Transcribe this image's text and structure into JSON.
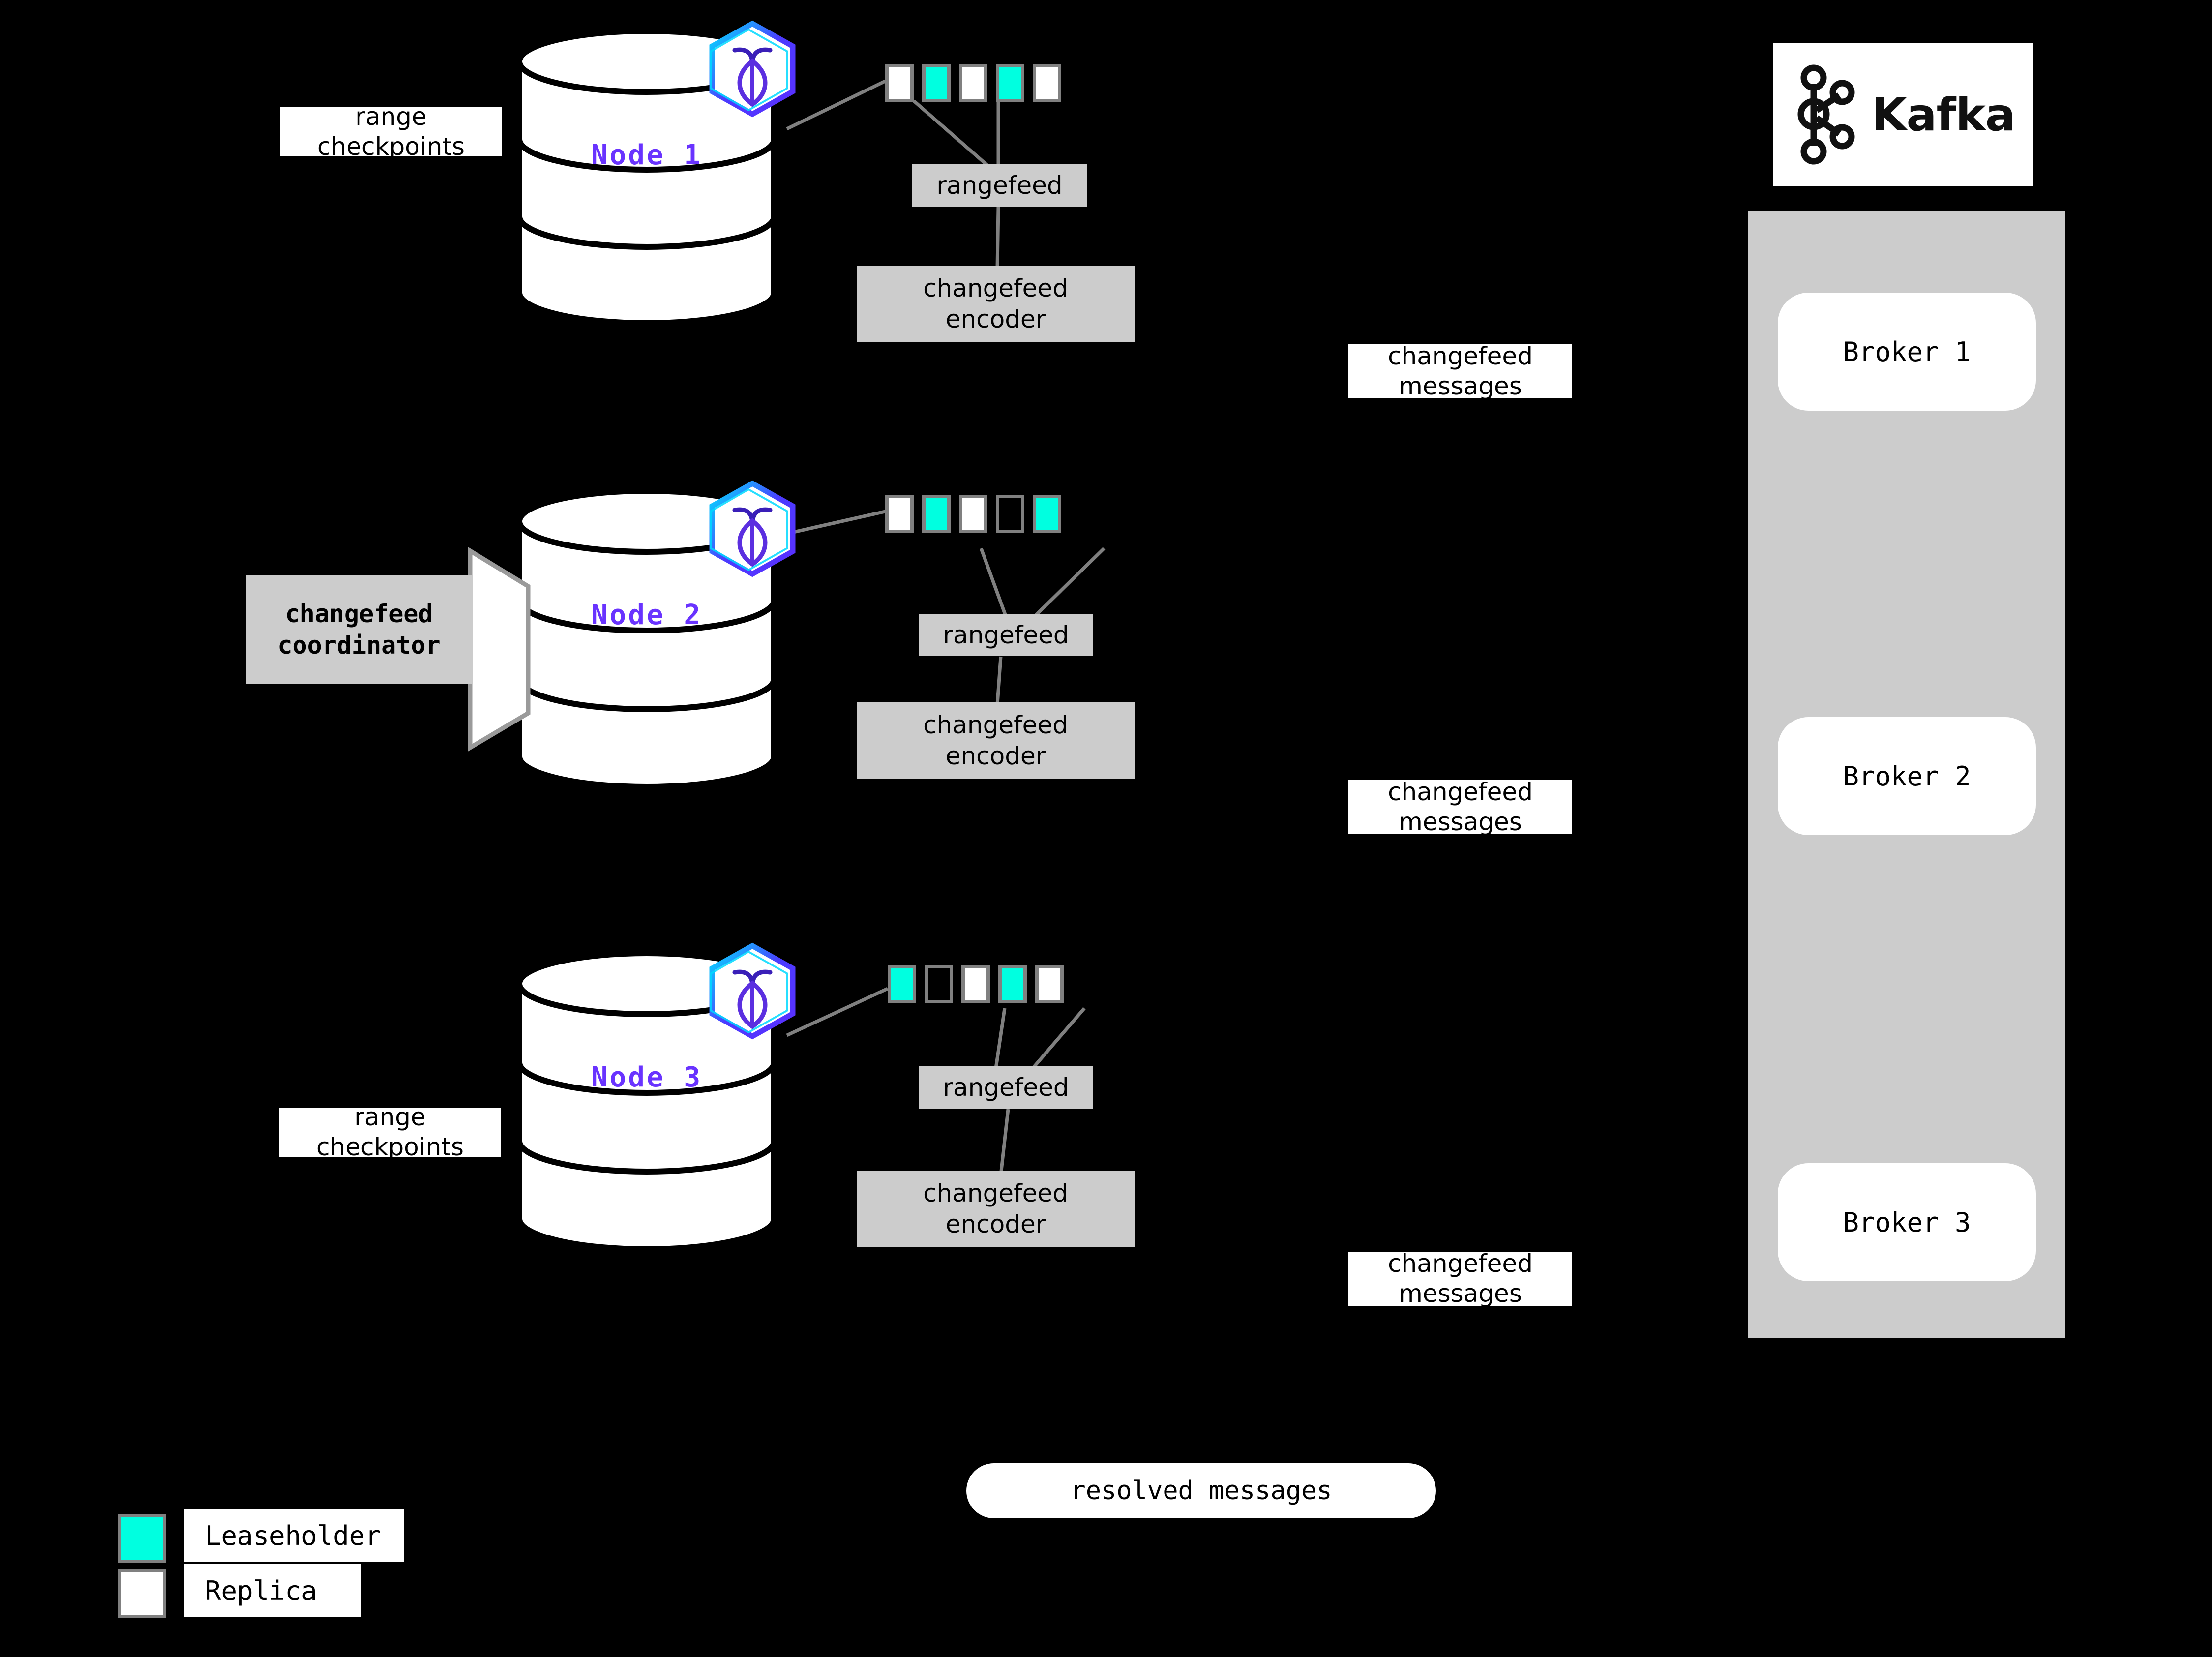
{
  "diagram": {
    "title": "CockroachDB changefeed to Kafka architecture",
    "background_color": "#000000",
    "accent_leaseholder_color": "#00ffe0",
    "accent_replica_color": "#ffffff",
    "node_label_color": "#6933ff",
    "process_box_color": "#cccccc",
    "range_border_color": "#808080"
  },
  "nodes": [
    {
      "id": "node-1",
      "label": "Node 1",
      "logo_name": "cockroachdb-hexagon-logo",
      "ranges": [
        {
          "kind": "replica"
        },
        {
          "kind": "leaseholder"
        },
        {
          "kind": "replica"
        },
        {
          "kind": "leaseholder"
        },
        {
          "kind": "replica"
        }
      ],
      "rangefeed_label": "rangefeed",
      "encoder_label_line1": "changefeed",
      "encoder_label_line2": "encoder",
      "side_label_line1": "range",
      "side_label_line2": "checkpoints"
    },
    {
      "id": "node-2",
      "label": "Node 2",
      "logo_name": "cockroachdb-hexagon-logo",
      "ranges": [
        {
          "kind": "replica"
        },
        {
          "kind": "leaseholder"
        },
        {
          "kind": "replica"
        },
        {
          "kind": "empty"
        },
        {
          "kind": "leaseholder"
        }
      ],
      "rangefeed_label": "rangefeed",
      "encoder_label_line1": "changefeed",
      "encoder_label_line2": "encoder",
      "coordinator_line1": "changefeed",
      "coordinator_line2": "coordinator"
    },
    {
      "id": "node-3",
      "label": "Node 3",
      "logo_name": "cockroachdb-hexagon-logo",
      "ranges": [
        {
          "kind": "leaseholder"
        },
        {
          "kind": "empty"
        },
        {
          "kind": "replica"
        },
        {
          "kind": "leaseholder"
        },
        {
          "kind": "replica"
        }
      ],
      "rangefeed_label": "rangefeed",
      "encoder_label_line1": "changefeed",
      "encoder_label_line2": "encoder",
      "side_label_line1": "range",
      "side_label_line2": "checkpoints"
    }
  ],
  "message_labels": [
    {
      "line1": "changefeed",
      "line2": "messages"
    },
    {
      "line1": "changefeed",
      "line2": "messages"
    },
    {
      "line1": "changefeed",
      "line2": "messages"
    }
  ],
  "kafka": {
    "wordmark": "Kafka",
    "logo_name": "kafka-logo",
    "brokers": [
      {
        "label": "Broker 1"
      },
      {
        "label": "Broker 2"
      },
      {
        "label": "Broker 3"
      }
    ]
  },
  "resolved": {
    "label": "resolved messages"
  },
  "legend": {
    "items": [
      {
        "label": "Leaseholder",
        "color": "#00ffe0",
        "kind": "leaseholder"
      },
      {
        "label": "Replica",
        "color": "#ffffff",
        "kind": "replica"
      }
    ]
  }
}
